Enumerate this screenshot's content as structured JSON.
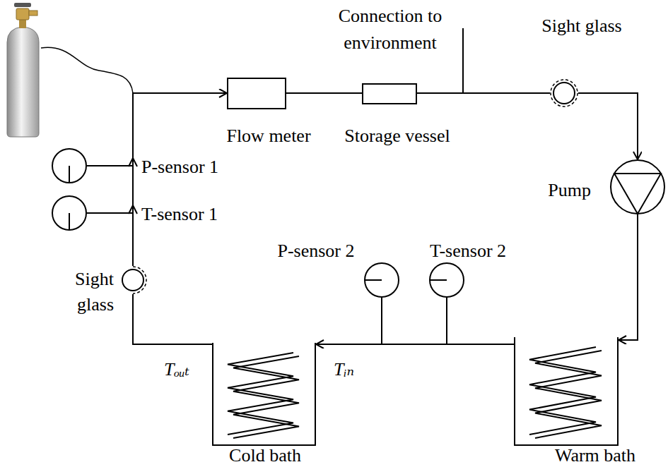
{
  "diagram": {
    "nodes": [
      {
        "text": [
          "Flow meter"
        ]
      },
      {
        "text": [
          "Storage vessel"
        ]
      },
      {
        "text": [
          "Sight glass"
        ]
      },
      {
        "text": [
          "Pump"
        ]
      },
      {
        "text": [
          "P-sensor 1"
        ]
      },
      {
        "text": [
          "T-sensor 1"
        ]
      },
      {
        "text": [
          "Sight glass"
        ]
      },
      {
        "text": [
          "P-sensor 2"
        ]
      },
      {
        "text": [
          "T-sensor 2"
        ]
      },
      {
        "text": [
          "Cold bath"
        ]
      },
      {
        "text": [
          "Warm bath"
        ]
      }
    ],
    "edges": [
      {
        "from": 0,
        "to": 1,
        "arrow": "none"
      },
      {
        "from": 1,
        "to": 2,
        "arrow": "none"
      },
      {
        "from": 2,
        "to": 3,
        "arrow": "to"
      },
      {
        "from": 3,
        "to": 10,
        "arrow": "to"
      },
      {
        "from": 10,
        "to": 9,
        "arrow": "to"
      },
      {
        "from": 9,
        "to": 6,
        "arrow": "none"
      },
      {
        "from": 6,
        "to": 0,
        "arrow": "to"
      },
      {
        "from": 4,
        "to": 6,
        "arrow": "none"
      },
      {
        "from": 5,
        "to": 6,
        "arrow": "none"
      },
      {
        "from": 7,
        "to": 9,
        "arrow": "none"
      },
      {
        "from": 8,
        "to": 9,
        "arrow": "none"
      }
    ],
    "labels": [
      "Connection to environment",
      "Tᵢₙ",
      "Tₒᵤₜ"
    ]
  }
}
